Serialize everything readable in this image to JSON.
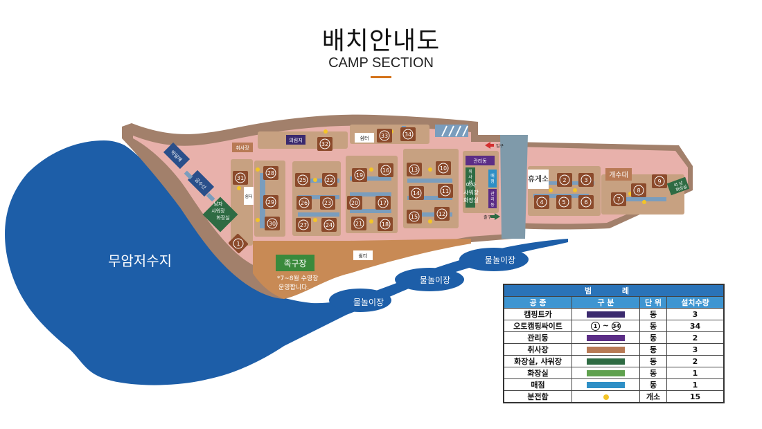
{
  "header": {
    "title": "배치안내도",
    "subtitle": "CAMP SECTION"
  },
  "map": {
    "reservoir_label": "무암저수지",
    "water_play_labels": [
      "물놀이장",
      "물놀이장",
      "물놀이장"
    ],
    "buildings": {
      "shower": "취사장",
      "medical": "의림지",
      "shelter1": "쉼터",
      "shelter2": "쉼터",
      "shelter3": "쉼터",
      "bakdal": "박달재",
      "geumsu": "금수산",
      "men_restroom": "남자 샤워장 화장실",
      "women_restroom": "여자 샤워장 화장실",
      "admin": "관리동",
      "shop": "매점",
      "admin2": "관리동",
      "cook_vertical": "취사장",
      "rest_area": "휴게소",
      "washroom": "개수대",
      "women2": "여 남 화장실",
      "foot_court": "족구장",
      "foot_note": "*7~8월 수영장 운영합니다.",
      "entrance": "입구",
      "exit": "출구"
    },
    "sites": [
      "1",
      "2",
      "3",
      "4",
      "5",
      "6",
      "7",
      "8",
      "9",
      "10",
      "11",
      "12",
      "13",
      "14",
      "15",
      "16",
      "17",
      "18",
      "19",
      "20",
      "21",
      "22",
      "23",
      "24",
      "25",
      "26",
      "27",
      "28",
      "29",
      "30",
      "31",
      "32",
      "33",
      "34"
    ]
  },
  "legend": {
    "title": "범 례",
    "headers": [
      "공 종",
      "구 분",
      "단 위",
      "설치수량"
    ],
    "rows": [
      {
        "name": "캠핑트카",
        "kind": "swatch",
        "color": "#3b2a6e",
        "unit": "동",
        "qty": "3"
      },
      {
        "name": "오토캠핑싸이트",
        "kind": "range",
        "range_from": "1",
        "range_sep": "~",
        "range_to": "34",
        "unit": "동",
        "qty": "34"
      },
      {
        "name": "관리동",
        "kind": "swatch",
        "color": "#5b2d86",
        "unit": "동",
        "qty": "2"
      },
      {
        "name": "취사장",
        "kind": "swatch",
        "color": "#b87a55",
        "unit": "동",
        "qty": "3"
      },
      {
        "name": "화장실, 샤워장",
        "kind": "swatch",
        "color": "#2e6b43",
        "unit": "동",
        "qty": "2"
      },
      {
        "name": "화장실",
        "kind": "swatch",
        "color": "#5fa14e",
        "unit": "동",
        "qty": "1"
      },
      {
        "name": "매점",
        "kind": "swatch",
        "color": "#2e8fc6",
        "unit": "동",
        "qty": "1"
      },
      {
        "name": "분전함",
        "kind": "dot",
        "color": "#f3c427",
        "unit": "개소",
        "qty": "15"
      }
    ]
  }
}
